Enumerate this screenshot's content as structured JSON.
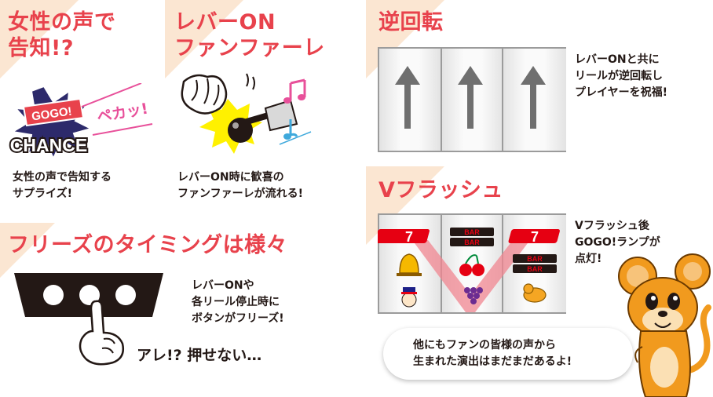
{
  "sections": {
    "voice": {
      "title_line1": "女性の声で",
      "title_line2": "告知!?",
      "desc_line1": "女性の声で告知する",
      "desc_line2": "サプライズ!",
      "logo_text_top": "GOGO!",
      "logo_text_bottom": "CHANCE",
      "sfx": "ペカッ!"
    },
    "fanfare": {
      "title_line1": "レバーON",
      "title_line2": "ファンファーレ",
      "desc_line1": "レバーON時に歓喜の",
      "desc_line2": "ファンファーレが流れる!"
    },
    "reverse": {
      "title": "逆回転",
      "desc_line1": "レバーONと共に",
      "desc_line2": "リールが逆回転し",
      "desc_line3": "プレイヤーを祝福!"
    },
    "vflash": {
      "title": "Vフラッシュ",
      "desc_line1": "Vフラッシュ後",
      "desc_line2": "GOGO!ランプが",
      "desc_line3": "点灯!",
      "bar_label": "BAR"
    },
    "freeze": {
      "title": "フリーズのタイミングは様々",
      "desc_line1": "レバーONや",
      "desc_line2": "各リール停止時に",
      "desc_line3": "ボタンがフリーズ!",
      "exclaim": "アレ!? 押せない…"
    },
    "footer": {
      "line1": "他にもファンの皆様の声から",
      "line2": "生まれた演出はまだまだあるよ!"
    }
  },
  "colors": {
    "accent": "#e8424c",
    "corner": "#fbe6d2",
    "pink_line": "#e8509a",
    "mascot": "#f19a1e"
  }
}
